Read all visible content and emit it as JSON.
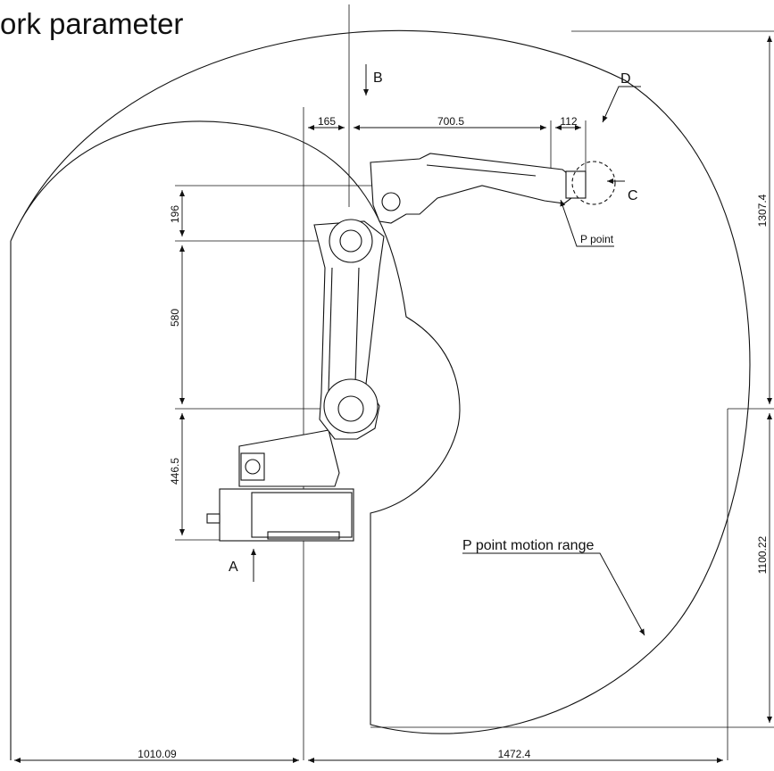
{
  "title": "ork parameter",
  "views": {
    "a": "A",
    "b": "B",
    "c": "C",
    "d": "D"
  },
  "labels": {
    "p_point": "P point",
    "motion_range": "P point motion range"
  },
  "dimensions": {
    "top_165": "165",
    "top_700_5": "700.5",
    "top_112": "112",
    "left_196": "196",
    "left_580": "580",
    "left_446_5": "446.5",
    "right_1307_4": "1307.4",
    "right_1100_22": "1100.22",
    "bottom_1010_09": "1010.09",
    "bottom_1472_4": "1472.4"
  }
}
